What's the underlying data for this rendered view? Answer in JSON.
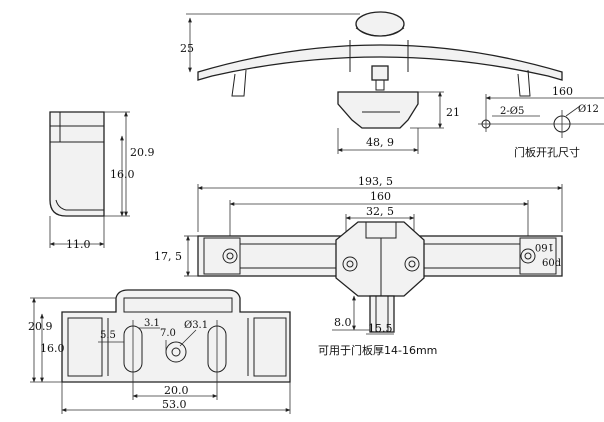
{
  "top_view": {
    "height_25": "25",
    "dim_21": "21",
    "dim_48_9": "48, 9"
  },
  "hole_pattern": {
    "spacing": "160",
    "two_holes": "2-Ø5",
    "center_hole": "Ø12",
    "caption": "门板开孔尺寸"
  },
  "side_view": {
    "h_20_9": "20.9",
    "h_16_0": "16.0",
    "w_11_0": "11.0"
  },
  "front_view": {
    "overall": "193, 5",
    "hole_spacing": "160",
    "body_width": "32, 5",
    "height": "17, 5",
    "stem_8": "8.0",
    "stem_15_5": "15.5",
    "caption": "可用于门板厚14-16mm",
    "mark": "160",
    "mark2": "60d"
  },
  "bottom_view": {
    "h_20_9": "20.9",
    "h_16_0": "16.0",
    "d_3_1a": "3.1",
    "d_5_5": "5.5",
    "d_7_0": "7.0",
    "d_phi_3_1": "Ø3.1",
    "spacing_20": "20.0",
    "overall_53": "53.0"
  }
}
